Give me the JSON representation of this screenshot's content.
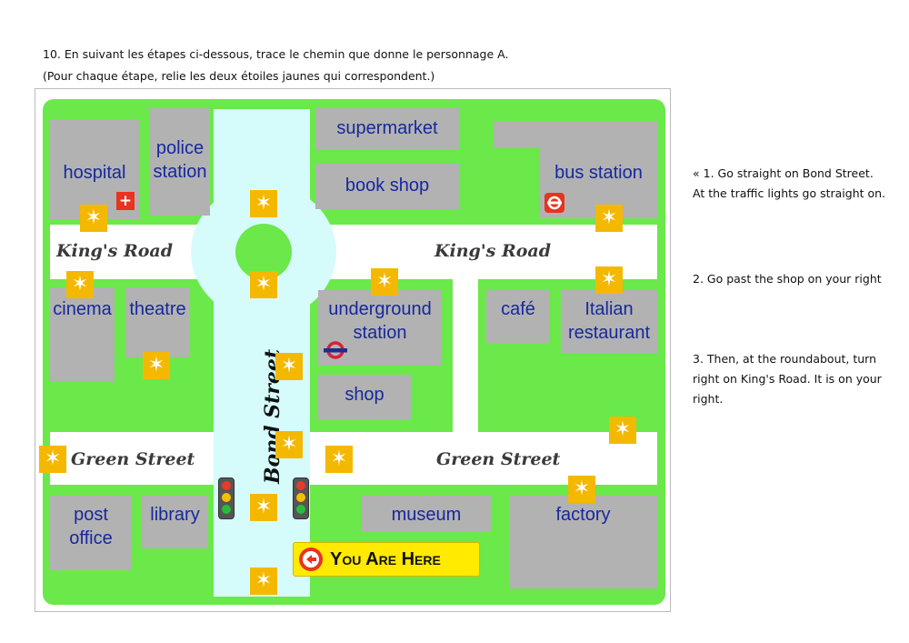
{
  "instructions": {
    "line1": "10. En suivant les étapes ci-dessous, trace le chemin que donne le personnage A.",
    "line2": "(Pour chaque étape, relie les deux étoiles jaunes qui correspondent.)"
  },
  "map": {
    "buildings": {
      "hospital": "hospital",
      "police_1": "police",
      "police_2": "station",
      "supermarket": "supermarket",
      "book_shop": "book shop",
      "bus_station": "bus station",
      "cinema": "cinema",
      "theatre": "theatre",
      "underground_1": "underground",
      "underground_2": "station",
      "cafe": "café",
      "italian_1": "Italian",
      "italian_2": "restaurant",
      "shop": "shop",
      "post_1": "post",
      "post_2": "office",
      "library": "library",
      "museum": "museum",
      "factory": "factory"
    },
    "roads": {
      "kings_road_left": "King's Road",
      "kings_road_right": "King's Road",
      "green_street_left": "Green Street",
      "green_street_right": "Green Street",
      "bond_street": "Bond Street"
    },
    "you_are_here": "You Are Here",
    "star_glyph": "✶",
    "icons": [
      "hospital-cross-icon",
      "bus-station-icon",
      "underground-icon",
      "traffic-light-icon",
      "you-are-here-arrow-icon"
    ],
    "colors": {
      "grass": "#6be84a",
      "building": "#b2b2b2",
      "road": "#ffffff",
      "bond_street": "#d6fbfb",
      "star": "#f5b800",
      "label": "#16289e"
    }
  },
  "steps": {
    "step1": "« 1. Go straight on Bond Street. At the traffic lights go straight on.",
    "step2": "2. Go past the shop on your right",
    "step3": "3. Then, at the roundabout, turn right on King's Road. It is on your right."
  }
}
